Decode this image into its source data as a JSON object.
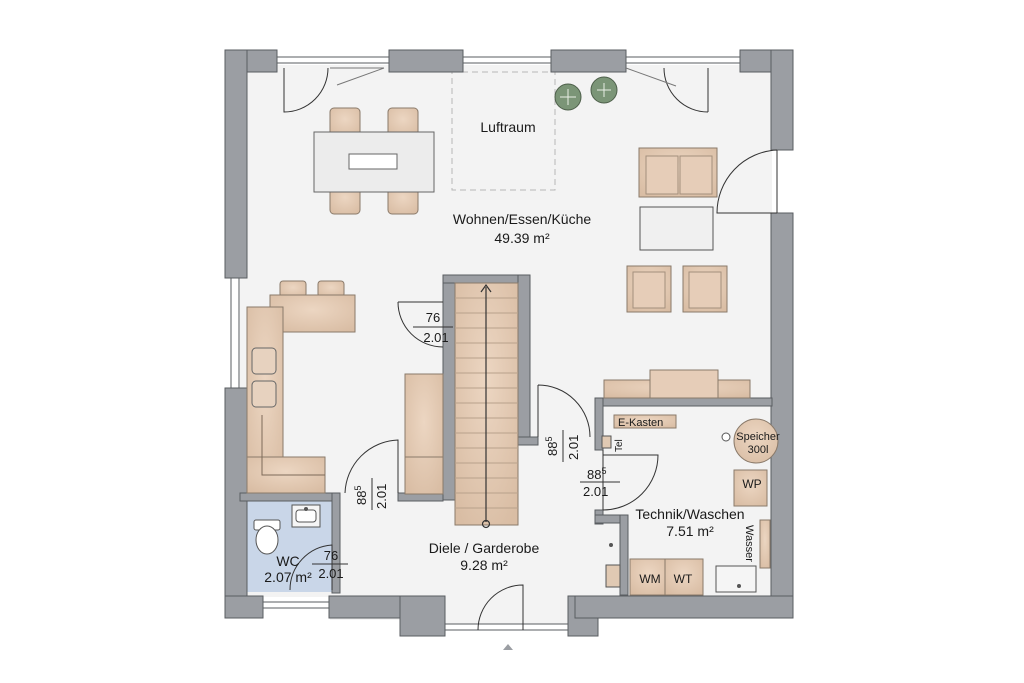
{
  "rooms": {
    "wohnen": {
      "name": "Wohnen/Essen/Küche",
      "area": "49.39 m²"
    },
    "luftraum": {
      "name": "Luftraum"
    },
    "diele": {
      "name": "Diele / Garderobe",
      "area": "9.28 m²"
    },
    "technik": {
      "name": "Technik/Waschen",
      "area": "7.51 m²"
    },
    "wc": {
      "name": "WC",
      "area": "2.07 m²"
    }
  },
  "doors": [
    {
      "width": "76",
      "height": "2.01"
    },
    {
      "width": "88",
      "width_sup": "5",
      "height": "2.01"
    },
    {
      "width": "88",
      "width_sup": "5",
      "height": "2.01"
    },
    {
      "width": "88",
      "width_sup": "5",
      "height": "2.01"
    },
    {
      "width": "76",
      "height": "2.01"
    }
  ],
  "fixtures": {
    "e_kasten": "E-Kasten",
    "tel": "Tel",
    "speicher": "Speicher",
    "speicher_size": "300l",
    "wp": "WP",
    "wasser": "Wasser",
    "wm": "WM",
    "wt": "WT"
  },
  "colors": {
    "wall": "#9b9ea3",
    "floor": "#f2f2f2",
    "furniture": "#e2c8b1",
    "wc_floor": "#c9d6e8",
    "plant": "#6e8c6a"
  }
}
